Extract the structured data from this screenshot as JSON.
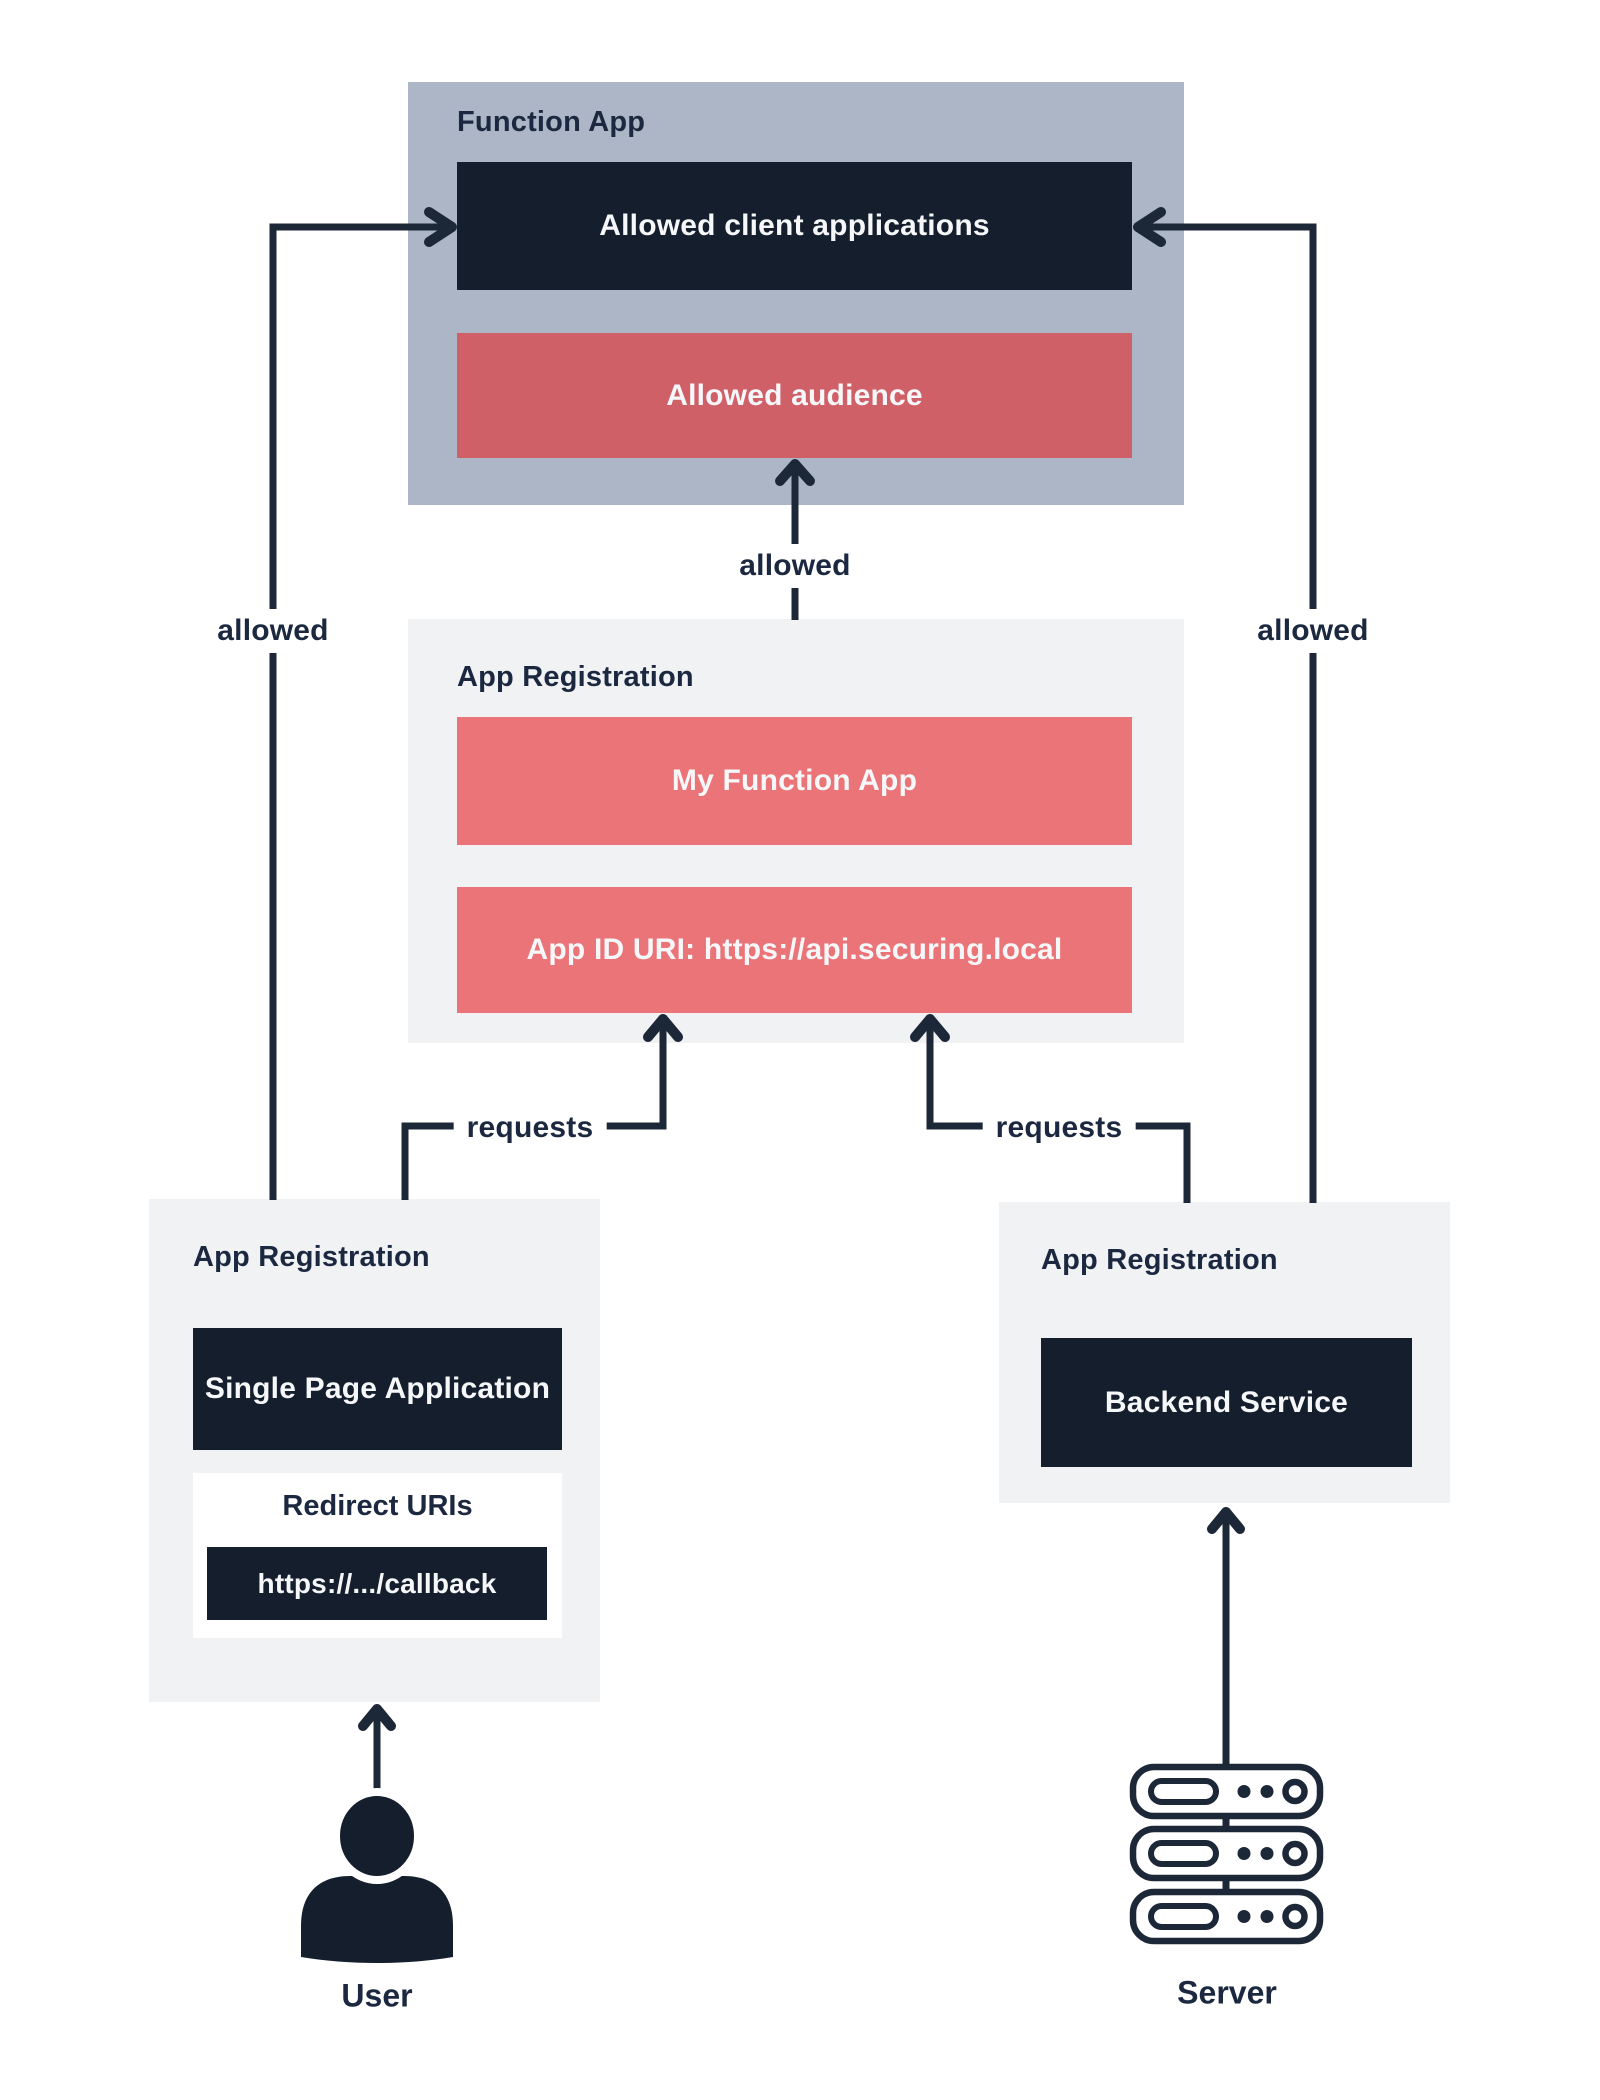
{
  "function_app": {
    "label": "Function App",
    "allowed_clients": "Allowed client applications",
    "allowed_audience": "Allowed audience"
  },
  "api_registration": {
    "label": "App Registration",
    "app_name": "My Function App",
    "app_id_uri": "App ID URI: https://api.securing.local"
  },
  "spa_registration": {
    "label": "App Registration",
    "app_name": "Single Page Application",
    "redirect_uris_title": "Redirect URIs",
    "redirect_uri": "https://.../callback"
  },
  "backend_registration": {
    "label": "App Registration",
    "app_name": "Backend Service"
  },
  "edge_labels": {
    "allowed_left": "allowed",
    "allowed_middle": "allowed",
    "allowed_right": "allowed",
    "requests_left": "requests",
    "requests_right": "requests"
  },
  "actors": {
    "user_label": "User",
    "server_label": "Server"
  },
  "icons": {
    "user": "person-icon",
    "server": "server-stack-icon"
  },
  "colors": {
    "steel_container": "#ACB6C6",
    "light_container": "#F1F2F4",
    "dark_navy_box": "#141E2D",
    "red_box": "#D06068",
    "pink_box": "#EA7478",
    "line": "#1C2737",
    "text_navy": "#1B2840",
    "text_light": "#F6F7F9"
  }
}
